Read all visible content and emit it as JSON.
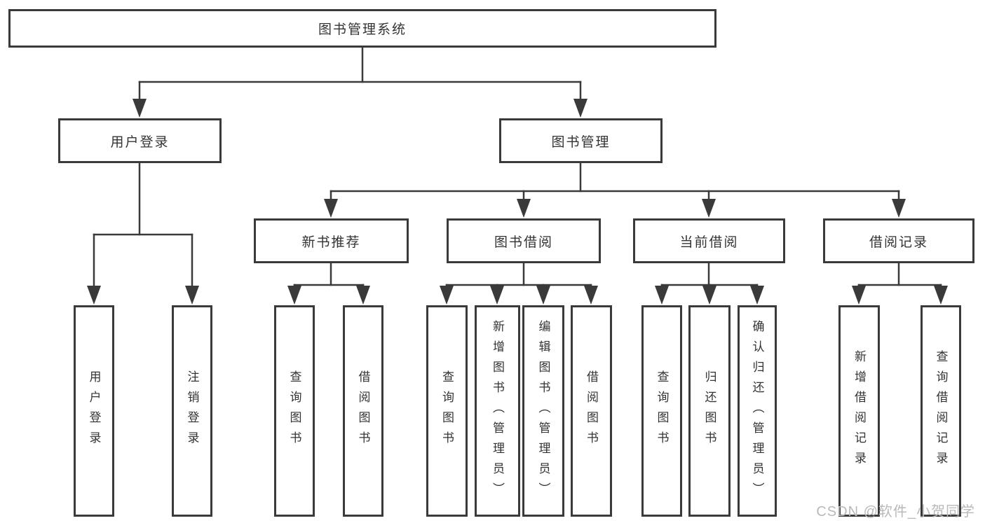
{
  "diagram": {
    "watermark": "CSDN @软件_小贺同学",
    "colors": {
      "line": "#3a3a3a",
      "box_border": "#3a3a3a",
      "text": "#333333",
      "background": "#ffffff",
      "watermark": "#b9b9b9"
    },
    "tree": {
      "root": {
        "label": "图书管理系统",
        "children": [
          {
            "label": "用户登录",
            "children": [
              {
                "label": "用户登录"
              },
              {
                "label": "注销登录"
              }
            ]
          },
          {
            "label": "图书管理",
            "children": [
              {
                "label": "新书推荐",
                "children": [
                  {
                    "label": "查询图书"
                  },
                  {
                    "label": "借阅图书"
                  }
                ]
              },
              {
                "label": "图书借阅",
                "children": [
                  {
                    "label": "查询图书"
                  },
                  {
                    "label": "新增图书（管理员）"
                  },
                  {
                    "label": "编辑图书（管理员）"
                  },
                  {
                    "label": "借阅图书"
                  }
                ]
              },
              {
                "label": "当前借阅",
                "children": [
                  {
                    "label": "查询图书"
                  },
                  {
                    "label": "归还图书"
                  },
                  {
                    "label": "确认归还（管理员）"
                  }
                ]
              },
              {
                "label": "借阅记录",
                "children": [
                  {
                    "label": "新增借阅记录"
                  },
                  {
                    "label": "查询借阅记录"
                  }
                ]
              }
            ]
          }
        ]
      }
    }
  }
}
